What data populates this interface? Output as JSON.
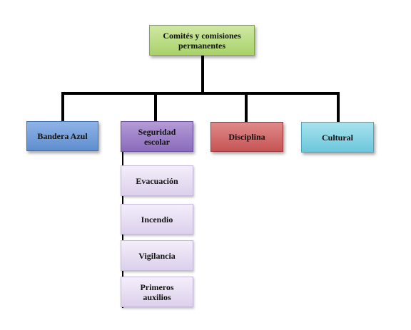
{
  "root": {
    "label": "Comités y comisiones permanentes"
  },
  "committees": [
    {
      "label": "Bandera Azul"
    },
    {
      "label": "Seguridad escolar"
    },
    {
      "label": "Disciplina"
    },
    {
      "label": "Cultural"
    }
  ],
  "subcommittees": [
    {
      "label": "Evacuación"
    },
    {
      "label": "Incendio"
    },
    {
      "label": "Vigilancia"
    },
    {
      "label": "Primeros auxilios"
    }
  ],
  "colors": {
    "root": "#a9d26a",
    "bandera_azul": "#5e8ecf",
    "seguridad_escolar": "#8a6bbd",
    "disciplina": "#c65454",
    "cultural": "#6cc7dc",
    "sub": "#dcd0ec",
    "connector": "#000000"
  }
}
